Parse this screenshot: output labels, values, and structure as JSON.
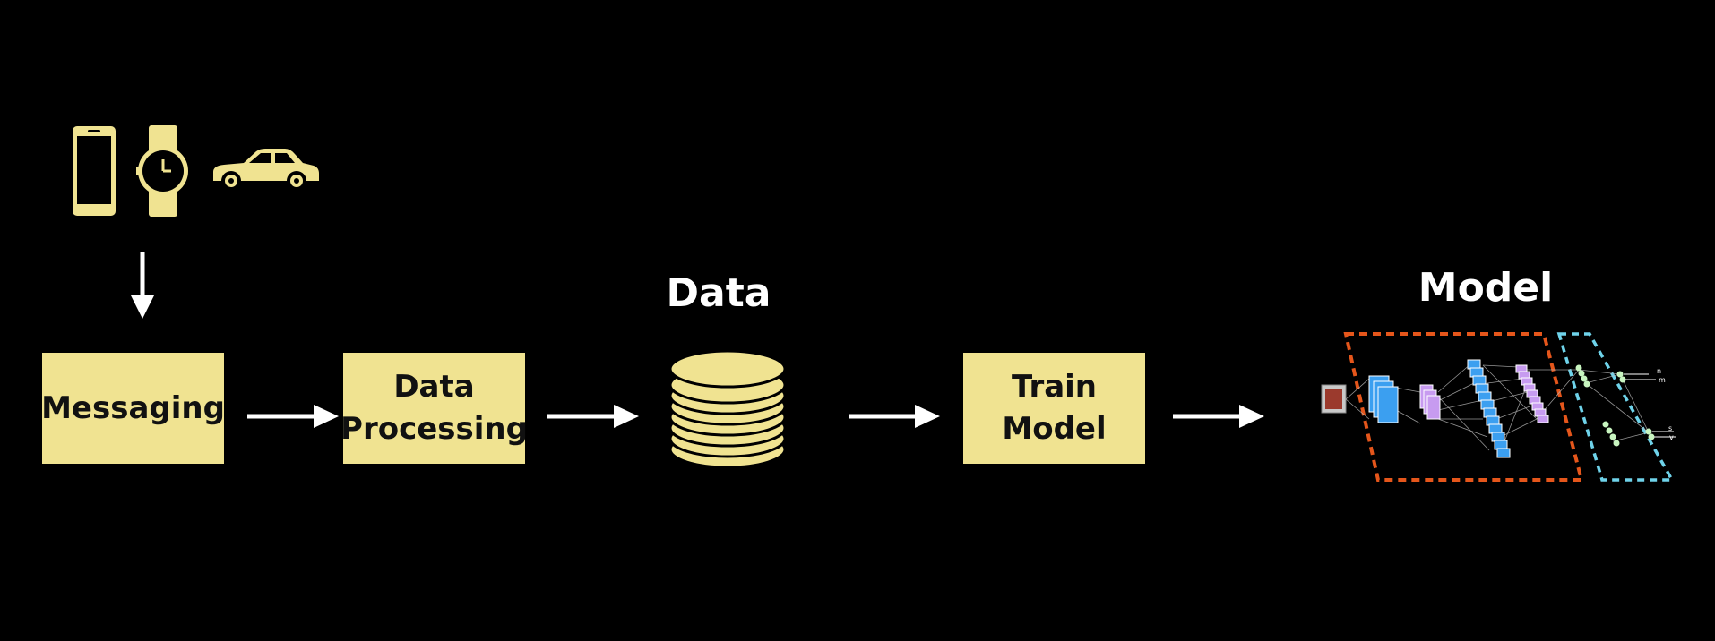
{
  "diagram": {
    "devices": [
      {
        "name": "phone",
        "icon": "smartphone-icon"
      },
      {
        "name": "watch",
        "icon": "watch-icon"
      },
      {
        "name": "car",
        "icon": "car-icon"
      }
    ],
    "nodes": {
      "messaging": {
        "label": "Messaging"
      },
      "data_processing": {
        "label_line1": "Data",
        "label_line2": "Processing"
      },
      "data": {
        "label": "Data",
        "icon": "database-icon"
      },
      "train_model": {
        "label_line1": "Train",
        "label_line2": "Model"
      },
      "model": {
        "label": "Model",
        "icon": "neural-network-icon"
      }
    },
    "network_output_labels": [
      "n",
      "m",
      "s",
      "v"
    ],
    "colors": {
      "background": "#000000",
      "box_fill": "#f0e391",
      "arrow": "#ffffff",
      "encoder_border": "#e5561b",
      "decoder_border": "#6fd3ea",
      "layer_blue": "#3b9ff0",
      "layer_purple": "#c79bf0",
      "neuron_green": "#c8f5c0"
    }
  }
}
